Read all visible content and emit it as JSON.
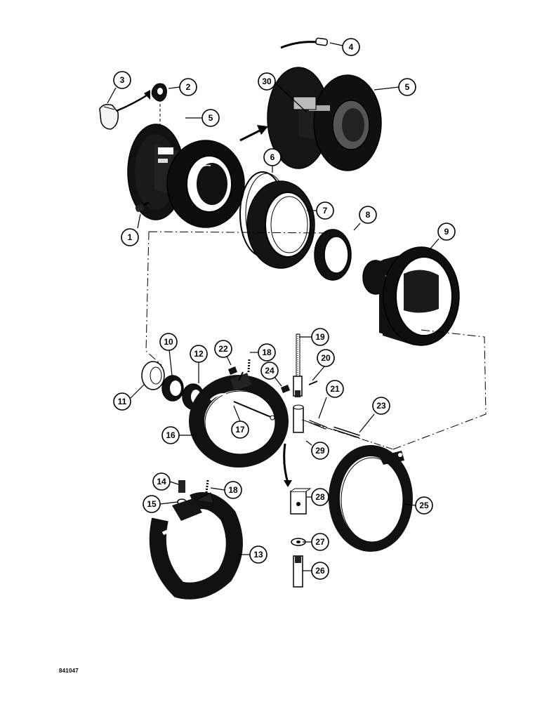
{
  "figure": {
    "reference_code": "841047",
    "callouts": [
      {
        "id": "c1",
        "label": "1"
      },
      {
        "id": "c2",
        "label": "2"
      },
      {
        "id": "c3",
        "label": "3"
      },
      {
        "id": "c4",
        "label": "4"
      },
      {
        "id": "c5a",
        "label": "5"
      },
      {
        "id": "c5b",
        "label": "5"
      },
      {
        "id": "c6",
        "label": "6"
      },
      {
        "id": "c7",
        "label": "7"
      },
      {
        "id": "c8",
        "label": "8"
      },
      {
        "id": "c9",
        "label": "9"
      },
      {
        "id": "c10",
        "label": "10"
      },
      {
        "id": "c11",
        "label": "11"
      },
      {
        "id": "c12",
        "label": "12"
      },
      {
        "id": "c13",
        "label": "13"
      },
      {
        "id": "c14",
        "label": "14"
      },
      {
        "id": "c15",
        "label": "15"
      },
      {
        "id": "c16",
        "label": "16"
      },
      {
        "id": "c17",
        "label": "17"
      },
      {
        "id": "c18a",
        "label": "18"
      },
      {
        "id": "c18b",
        "label": "18"
      },
      {
        "id": "c19",
        "label": "19"
      },
      {
        "id": "c20",
        "label": "20"
      },
      {
        "id": "c21",
        "label": "21"
      },
      {
        "id": "c22",
        "label": "22"
      },
      {
        "id": "c23",
        "label": "23"
      },
      {
        "id": "c24",
        "label": "24"
      },
      {
        "id": "c25",
        "label": "25"
      },
      {
        "id": "c26",
        "label": "26"
      },
      {
        "id": "c27",
        "label": "27"
      },
      {
        "id": "c28",
        "label": "28"
      },
      {
        "id": "c29",
        "label": "29"
      },
      {
        "id": "c30",
        "label": "30"
      }
    ]
  }
}
